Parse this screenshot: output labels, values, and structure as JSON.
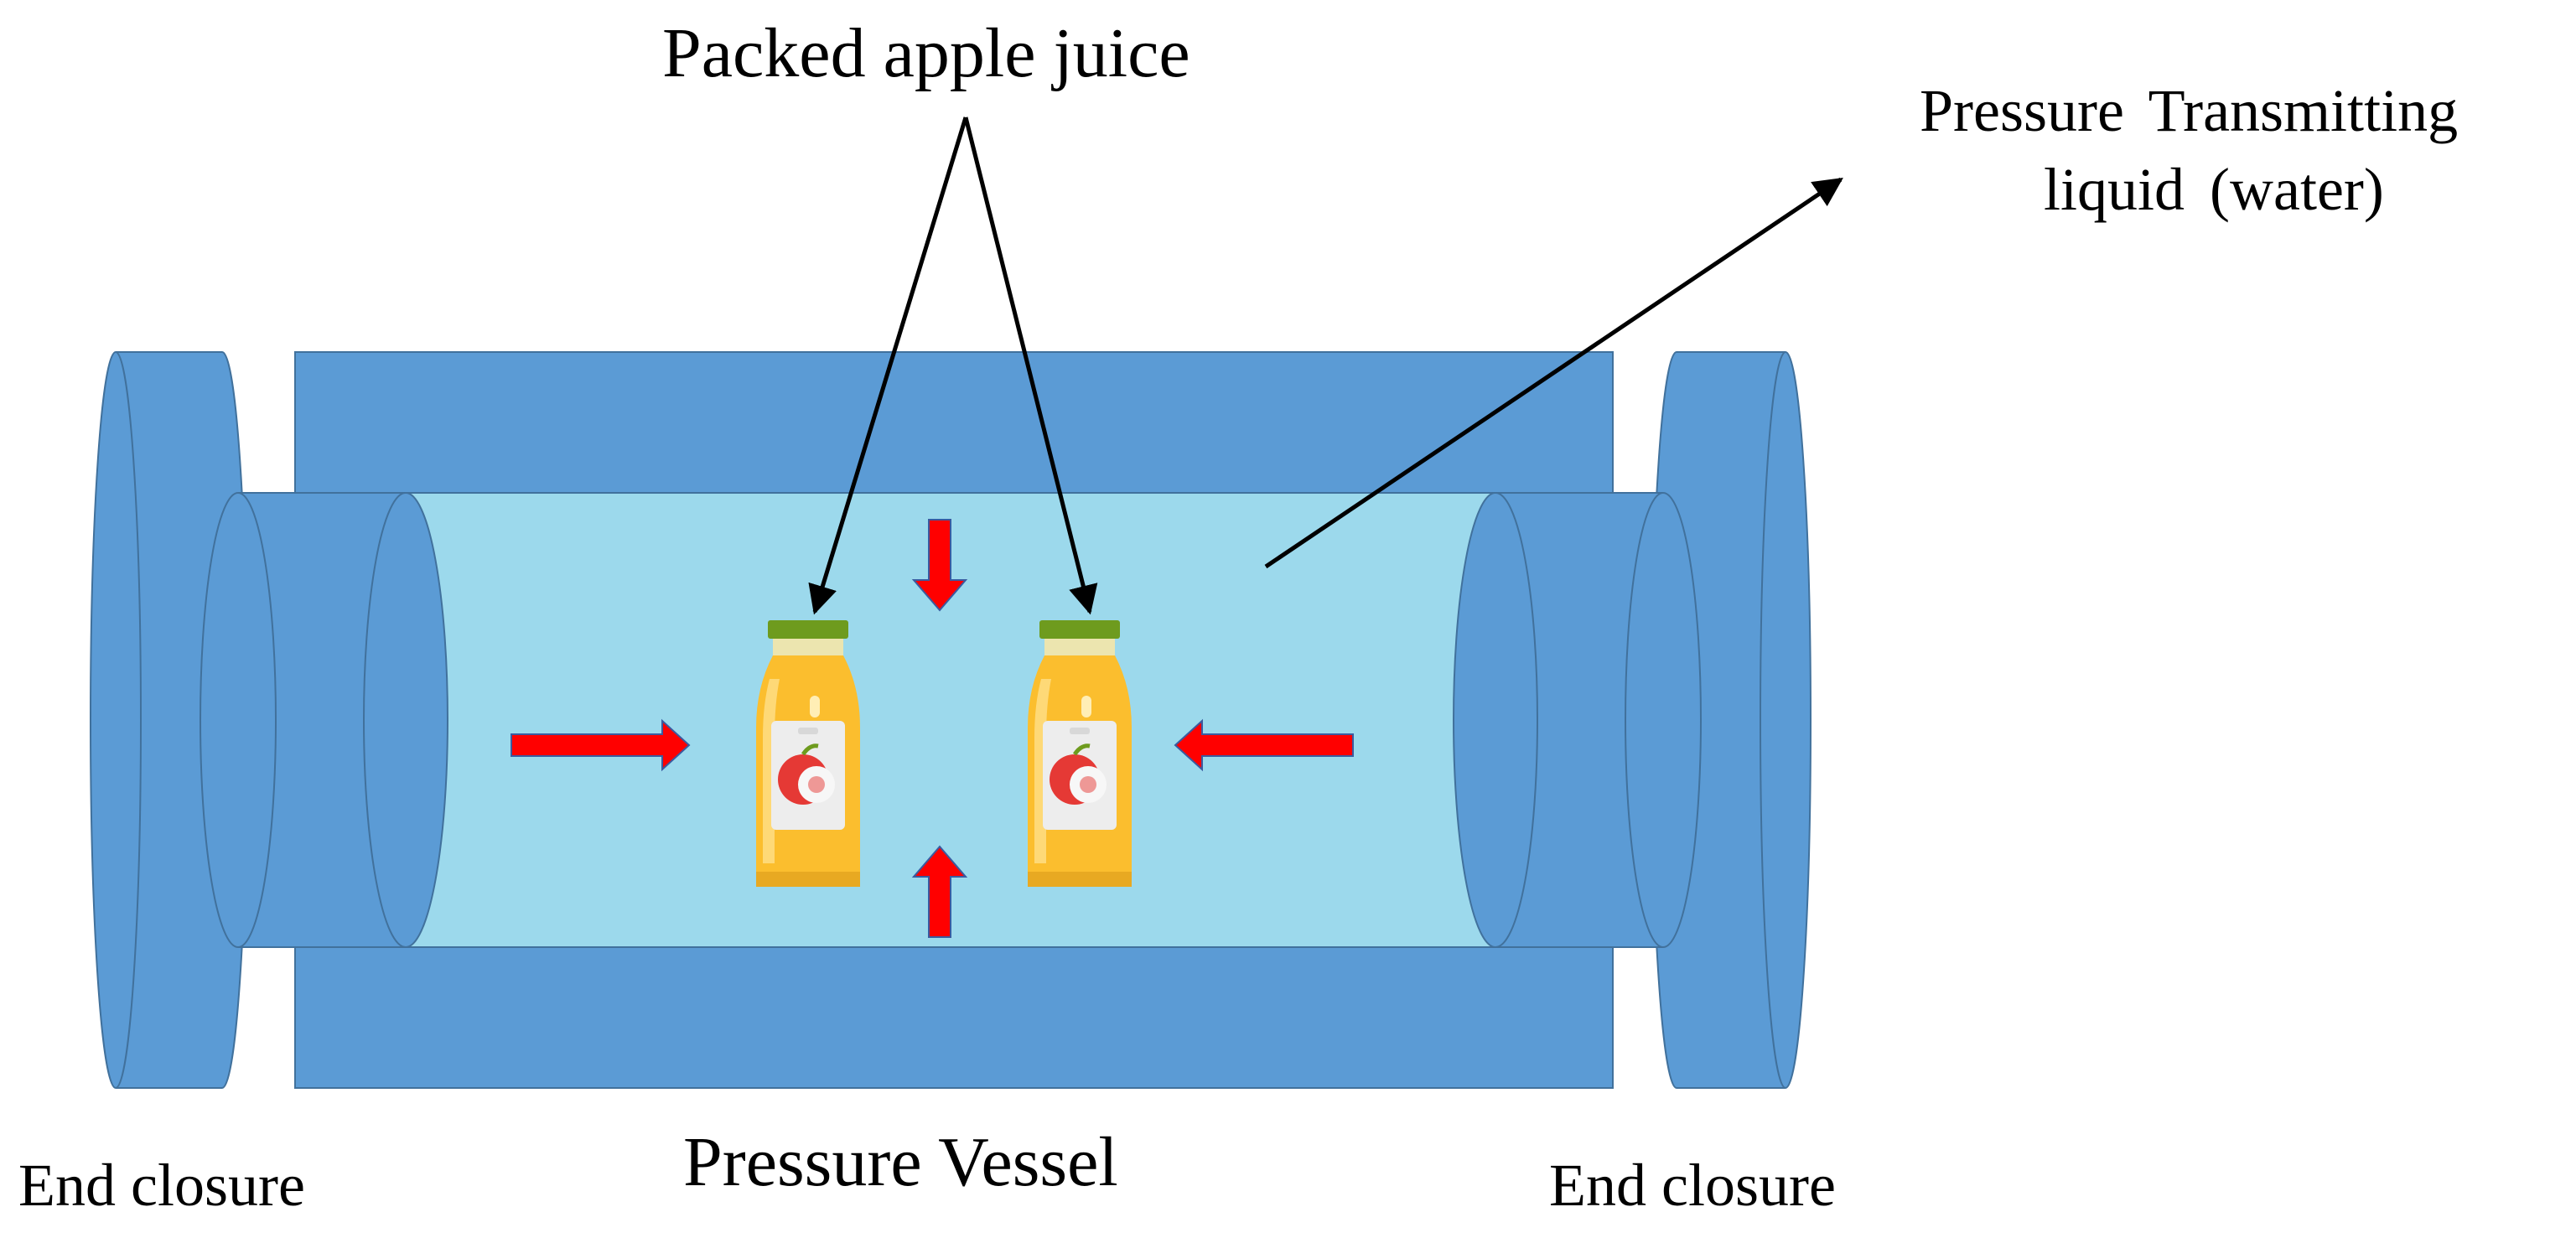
{
  "labels": {
    "packed_juice": "Packed apple juice",
    "transmitting_line1": "Pressure Transmitting",
    "transmitting_line2": "liquid (water)",
    "vessel": "Pressure Vessel",
    "end_closure_left": "End closure",
    "end_closure_right": "End closure"
  },
  "colors": {
    "vessel_blue": "#5B9BD5",
    "vessel_outline": "#41719C",
    "liquid": "#9CD9EC",
    "pressure_arrow": "#FF0000",
    "bottle_juice": "#FBBE2E",
    "bottle_cap": "#6E9B1E",
    "bottle_label": "#EDEDED",
    "apple": "#E53935"
  },
  "icons": [
    "juice-bottle-icon",
    "apple-icon",
    "pressure-arrow-icon"
  ]
}
